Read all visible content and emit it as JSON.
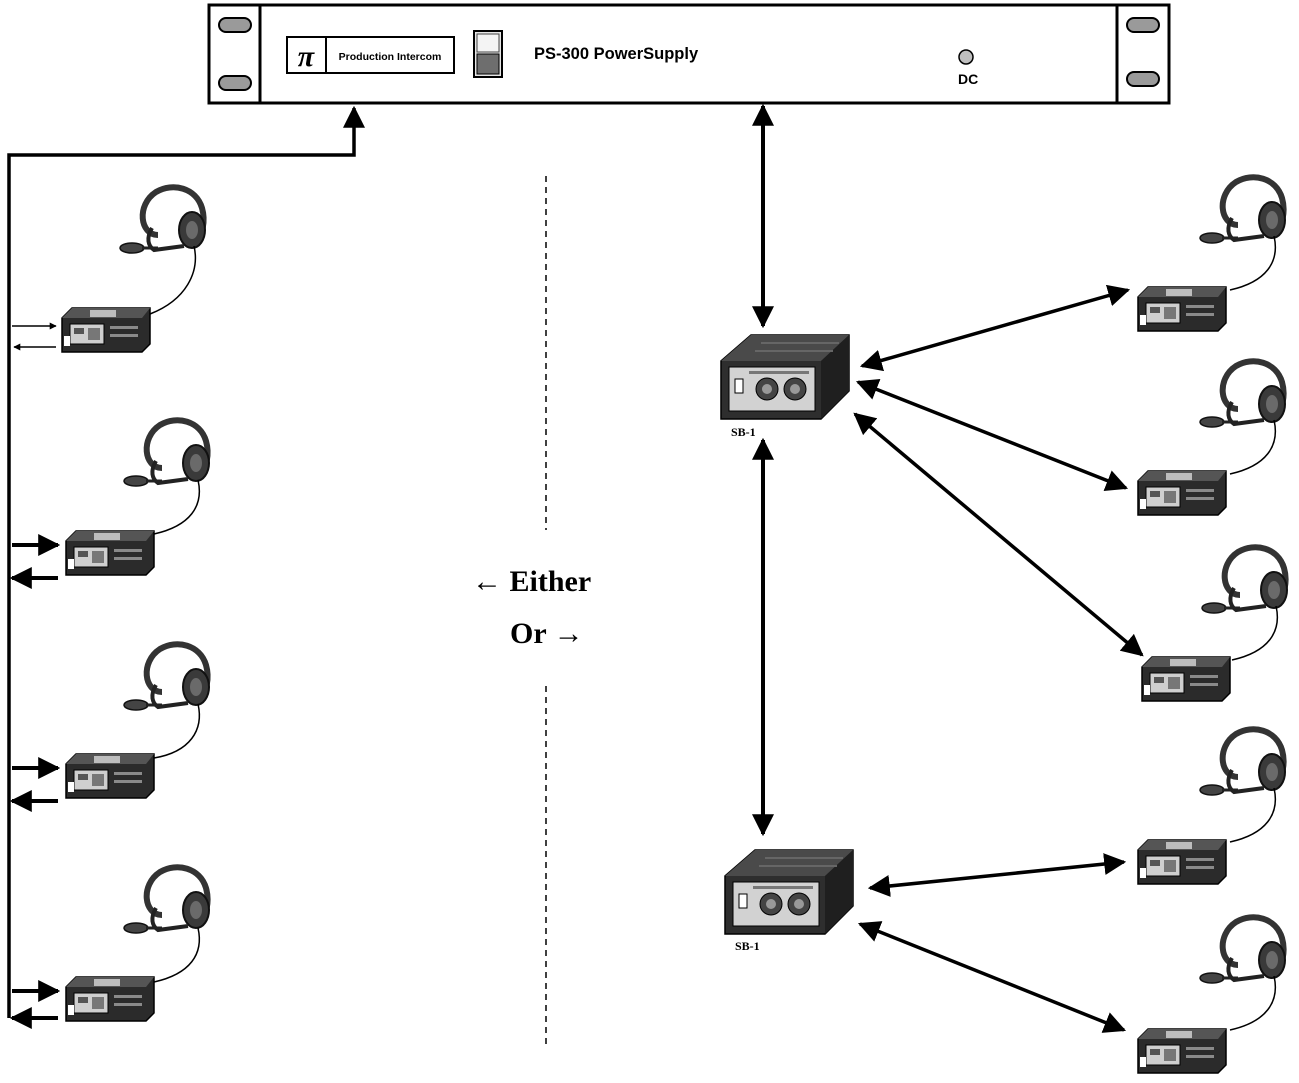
{
  "power_supply": {
    "brand_symbol": "π",
    "brand_label": "Production Intercom",
    "model_label": "PS-300 PowerSupply",
    "indicator_label": "DC"
  },
  "split_boxes": [
    {
      "label": "SB-1"
    },
    {
      "label": "SB-1"
    }
  ],
  "middle": {
    "either_label": "← Either",
    "or_label": "Or →"
  },
  "colors": {
    "line": "#000000",
    "panel_fill": "#ffffff",
    "device_body": "#2b2b2b",
    "device_face": "#cfcfcf",
    "headset": "#3a3a3a",
    "handle": "#9a9a9a"
  },
  "icons": {
    "headset": "headset-icon",
    "beltpack": "beltpack-icon",
    "split_box": "split-box-icon",
    "rack_handle": "rack-handle-icon",
    "power_switch": "power-switch-icon",
    "dc_led": "dc-led-icon"
  }
}
